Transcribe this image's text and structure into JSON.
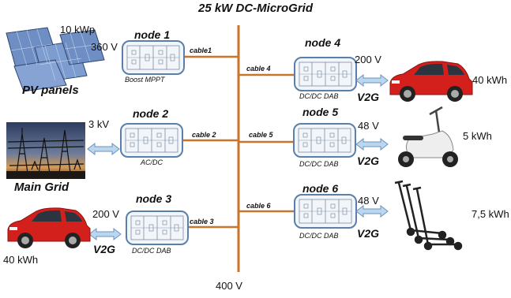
{
  "title": "25 kW DC-MicroGrid",
  "bus_voltage": "400 V",
  "nodes": [
    {
      "label": "node 1",
      "converter": "Boost MPPT",
      "cable": "cable1",
      "voltage": "360 V",
      "rating": "10 kWp",
      "source": "PV panels"
    },
    {
      "label": "node 2",
      "converter": "AC/DC",
      "cable": "cable 2",
      "voltage": "3 kV",
      "source": "Main Grid"
    },
    {
      "label": "node 3",
      "converter": "DC/DC DAB",
      "cable": "cable 3",
      "voltage": "200 V",
      "mode": "V2G",
      "capacity": "40 kWh"
    },
    {
      "label": "node 4",
      "converter": "DC/DC DAB",
      "cable": "cable 4",
      "voltage": "200 V",
      "mode": "V2G",
      "capacity": "40 kWh"
    },
    {
      "label": "node 5",
      "converter": "DC/DC DAB",
      "cable": "cable 5",
      "voltage": "48 V",
      "mode": "V2G",
      "capacity": "5 kWh"
    },
    {
      "label": "node 6",
      "converter": "DC/DC DAB",
      "cable": "cable 6",
      "voltage": "48 V",
      "mode": "V2G",
      "capacity": "7,5 kWh"
    }
  ],
  "icons": {
    "pv": "solar-panel-icon",
    "grid": "substation-icon",
    "car": "car-icon",
    "scooter": "scooter-icon",
    "kickscooters": "kick-scooter-icon",
    "converter": "converter-circuit-icon",
    "arrow": "bidirectional-arrow-icon"
  },
  "colors": {
    "bus": "#c8742a",
    "converter_border": "#5b7fa8",
    "converter_fill": "#f2f6fb",
    "arrow_fill": "#bcd6ee",
    "arrow_stroke": "#6b93bd",
    "car": "#d4201c",
    "pv": "#6f8fc4"
  }
}
